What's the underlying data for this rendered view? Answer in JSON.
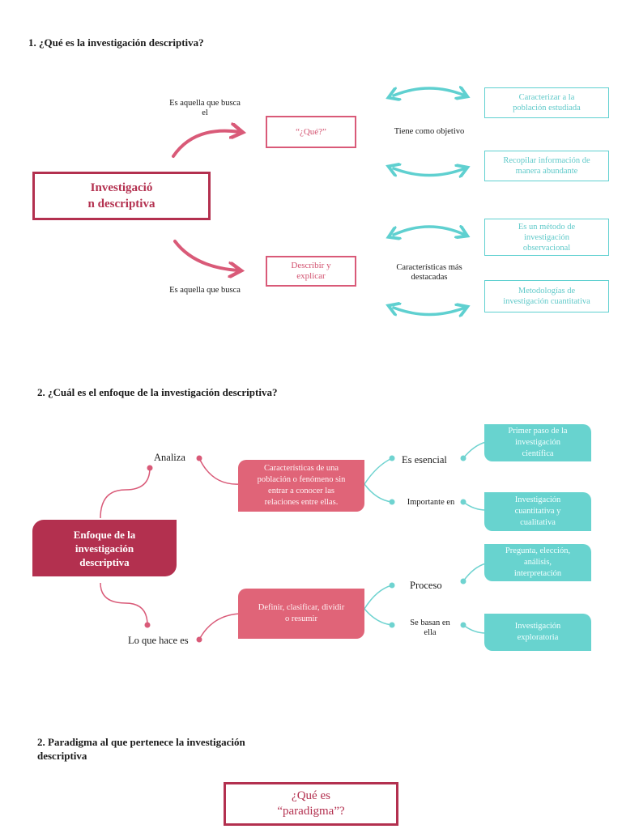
{
  "section1": {
    "heading": "1. ¿Qué es la investigación descriptiva?",
    "main_node": "Investigació\nn descriptiva",
    "upper_label": "Es aquella que busca\nel",
    "lower_label": "Es aquella que busca",
    "box_que": "“¿Qué?”",
    "box_describir": "Describir y\nexplicar",
    "objetivo_label": "Tiene como objetivo",
    "caracteristicas_label": "Características más\ndestacadas",
    "teal_boxes": [
      "Caracterizar a la\npoblación estudiada",
      "Recopilar información de\nmanera abundante",
      "Es un método de\ninvestigación\nobservacional",
      "Metodologías de\ninvestigación cuantitativa"
    ]
  },
  "section2": {
    "heading": "2. ¿Cuál es el enfoque de la investigación descriptiva?",
    "center_node": "Enfoque de la\ninvestigación\ndescriptiva",
    "analiza": "Analiza",
    "lo_que_hace": "Lo que hace es",
    "coral_top": "Características de una\npoblación o fenómeno sin\nentrar a conocer las\nrelaciones entre ellas.",
    "coral_bottom": "Definir, clasificar, dividir\no resumir",
    "es_esencial": "Es esencial",
    "importante_en": "Importante en",
    "proceso": "Proceso",
    "se_basan": "Se basan en\nella",
    "teal_nodes": [
      "Primer paso de la\ninvestigación\ncientífica",
      "Investigación\ncuantitativa y\ncualitativa",
      "Pregunta, elección,\nanálisis,\ninterpretación",
      "Investigación\nexploratoria"
    ]
  },
  "section3": {
    "heading": "2. Paradigma al que pertenece la investigación\ndescriptiva",
    "box": "¿Qué es\n“paradigma”?"
  },
  "colors": {
    "crimson": "#b3304f",
    "pink": "#d95a78",
    "coral": "#e06478",
    "teal": "#5fd0d0"
  }
}
